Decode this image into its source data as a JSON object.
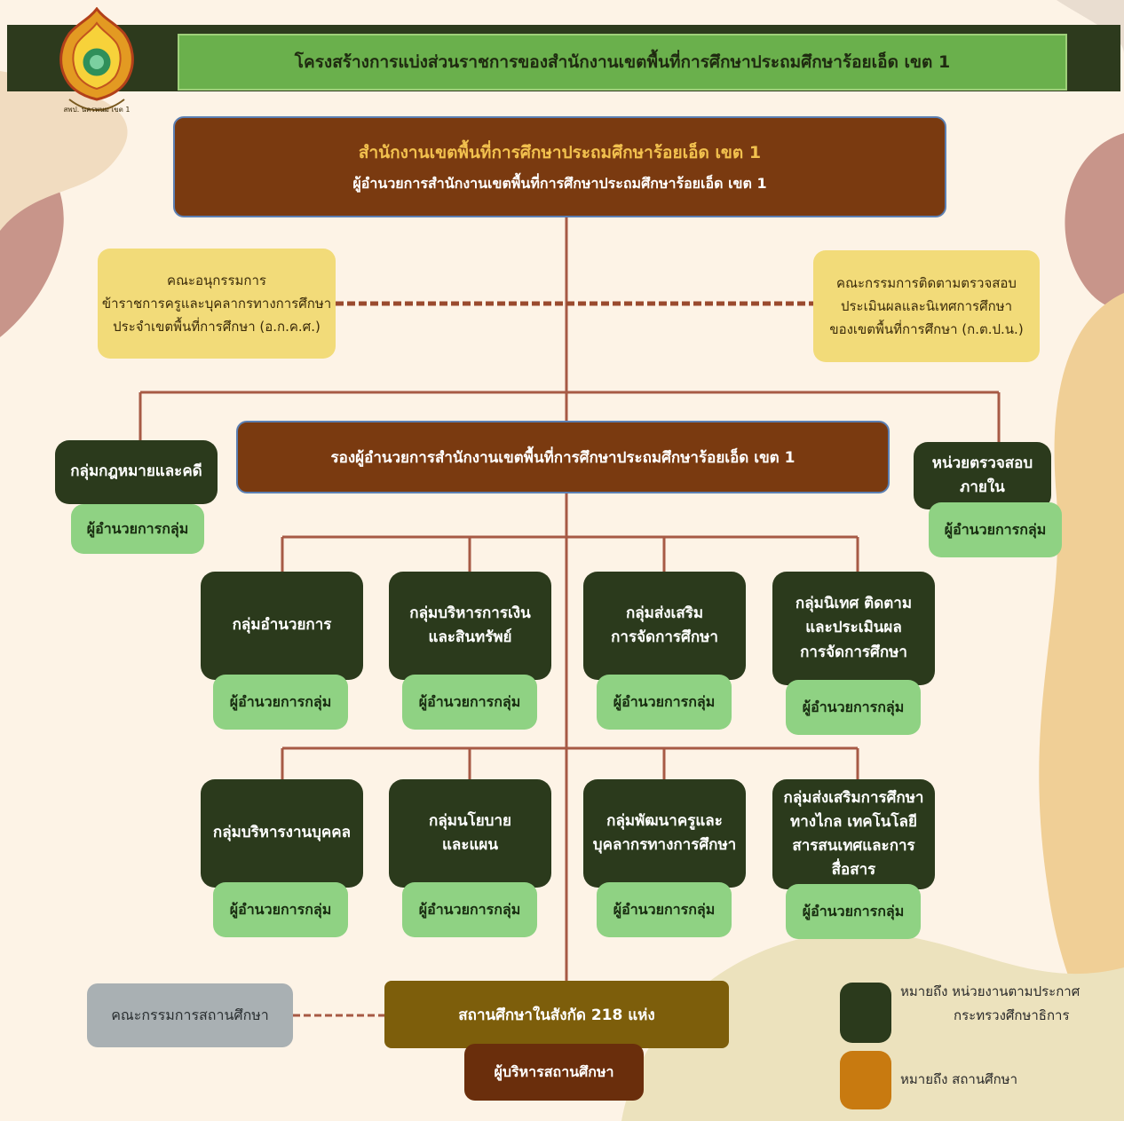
{
  "header": {
    "title": "โครงสร้างการแบ่งส่วนราชการของสำนักงานเขตพื้นที่การศึกษาประถมศึกษาร้อยเอ็ด เขต 1",
    "logo_caption": "สพป. นครพนม เขต 1"
  },
  "top": {
    "office": "สำนักงานเขตพื้นที่การศึกษาประถมศึกษาร้อยเอ็ด เขต 1",
    "director": "ผู้อำนวยการสำนักงานเขตพื้นที่การศึกษาประถมศึกษาร้อยเอ็ด เขต 1"
  },
  "committee_left": {
    "line1": "คณะอนุกรรมการ",
    "line2": "ข้าราชการครูและบุคลากรทางการศึกษา",
    "line3": "ประจำเขตพื้นที่การศึกษา (อ.ก.ค.ศ.)"
  },
  "committee_right": {
    "line1": "คณะกรรมการติดตามตรวจสอบ",
    "line2": "ประเมินผลและนิเทศการศึกษา",
    "line3": "ของเขตพื้นที่การศึกษา (ก.ต.ป.น.)"
  },
  "deputy": "รองผู้อำนวยการสำนักงานเขตพื้นที่การศึกษาประถมศึกษาร้อยเอ็ด เขต 1",
  "side_left": {
    "name": "กลุ่มกฎหมายและคดี",
    "head": "ผู้อำนวยการกลุ่ม"
  },
  "side_right": {
    "name": "หน่วยตรวจสอบภายใน",
    "head": "ผู้อำนวยการกลุ่ม"
  },
  "row1": [
    {
      "lines": [
        "กลุ่มอำนวยการ"
      ],
      "head": "ผู้อำนวยการกลุ่ม"
    },
    {
      "lines": [
        "กลุ่มบริหารการเงิน",
        "และสินทรัพย์"
      ],
      "head": "ผู้อำนวยการกลุ่ม"
    },
    {
      "lines": [
        "กลุ่มส่งเสริม",
        "การจัดการศึกษา"
      ],
      "head": "ผู้อำนวยการกลุ่ม"
    },
    {
      "lines": [
        "กลุ่มนิเทศ ติดตาม",
        "และประเมินผล",
        "การจัดการศึกษา"
      ],
      "head": "ผู้อำนวยการกลุ่ม"
    }
  ],
  "row2": [
    {
      "lines": [
        "กลุ่มบริหารงานบุคคล"
      ],
      "head": "ผู้อำนวยการกลุ่ม"
    },
    {
      "lines": [
        "กลุ่มนโยบาย",
        "และแผน"
      ],
      "head": "ผู้อำนวยการกลุ่ม"
    },
    {
      "lines": [
        "กลุ่มพัฒนาครูและ",
        "บุคลากรทางการศึกษา"
      ],
      "head": "ผู้อำนวยการกลุ่ม"
    },
    {
      "lines": [
        "กลุ่มส่งเสริมการศึกษา",
        "ทางไกล เทคโนโลยี",
        "สารสนเทศและการสื่อสาร"
      ],
      "head": "ผู้อำนวยการกลุ่ม"
    }
  ],
  "schools": {
    "title": "สถานศึกษาในสังกัด 218 แห่ง",
    "head": "ผู้บริหารสถานศึกษา",
    "committee": "คณะกรรมการสถานศึกษา"
  },
  "legend": {
    "dark_line1": "หมายถึง หน่วยงานตามประกาศ",
    "dark_line2": "กระทรวงศึกษาธิการ",
    "orange_text": "หมายถึง สถานศึกษา",
    "dark_color": "#2b3a1c",
    "orange_color": "#c87a10"
  },
  "colors": {
    "line": "#a75a45",
    "brown_box": "#7a3a10",
    "yellow_box": "#f2db79",
    "green_box": "#8fd283"
  }
}
